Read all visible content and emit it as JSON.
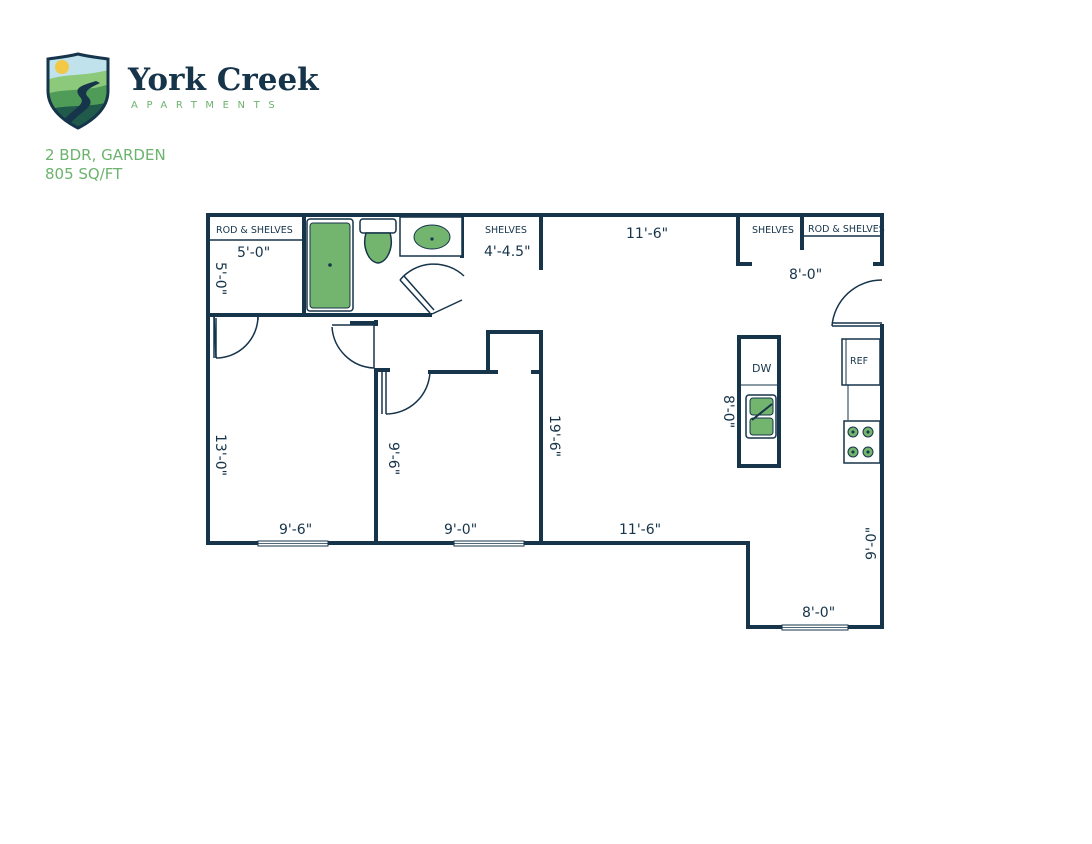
{
  "brand": {
    "name": "York Creek",
    "subtitle": "APARTMENTS",
    "colors": {
      "navy": "#16344a",
      "green": "#6cb36e",
      "fixture": "#73b56f"
    }
  },
  "unit": {
    "type": "2 BDR, GARDEN",
    "size": "805 SQ/FT"
  },
  "plan": {
    "closet_left": {
      "tag": "ROD & SHELVES",
      "width": "5'-0\"",
      "depth": "5'-0\""
    },
    "shelves_mid": {
      "tag": "SHELVES",
      "width": "4'-4.5\""
    },
    "living_top_width": "11'-6\"",
    "shelves_right": {
      "tag": "SHELVES"
    },
    "closet_right": {
      "tag": "ROD & SHELVES"
    },
    "entry_width": "8'-0\"",
    "refrigerator": "REF",
    "dishwasher": "DW",
    "island_length": "8'-0\"",
    "bedroom1": {
      "depth": "13'-0\"",
      "width": "9'-6\""
    },
    "bedroom2": {
      "depth": "9'-6\"",
      "width": "9'-0\""
    },
    "living_depth": "19'-6\"",
    "living_bottom_width": "11'-6\"",
    "dining": {
      "depth": "9'-0\"",
      "width": "8'-0\""
    }
  }
}
